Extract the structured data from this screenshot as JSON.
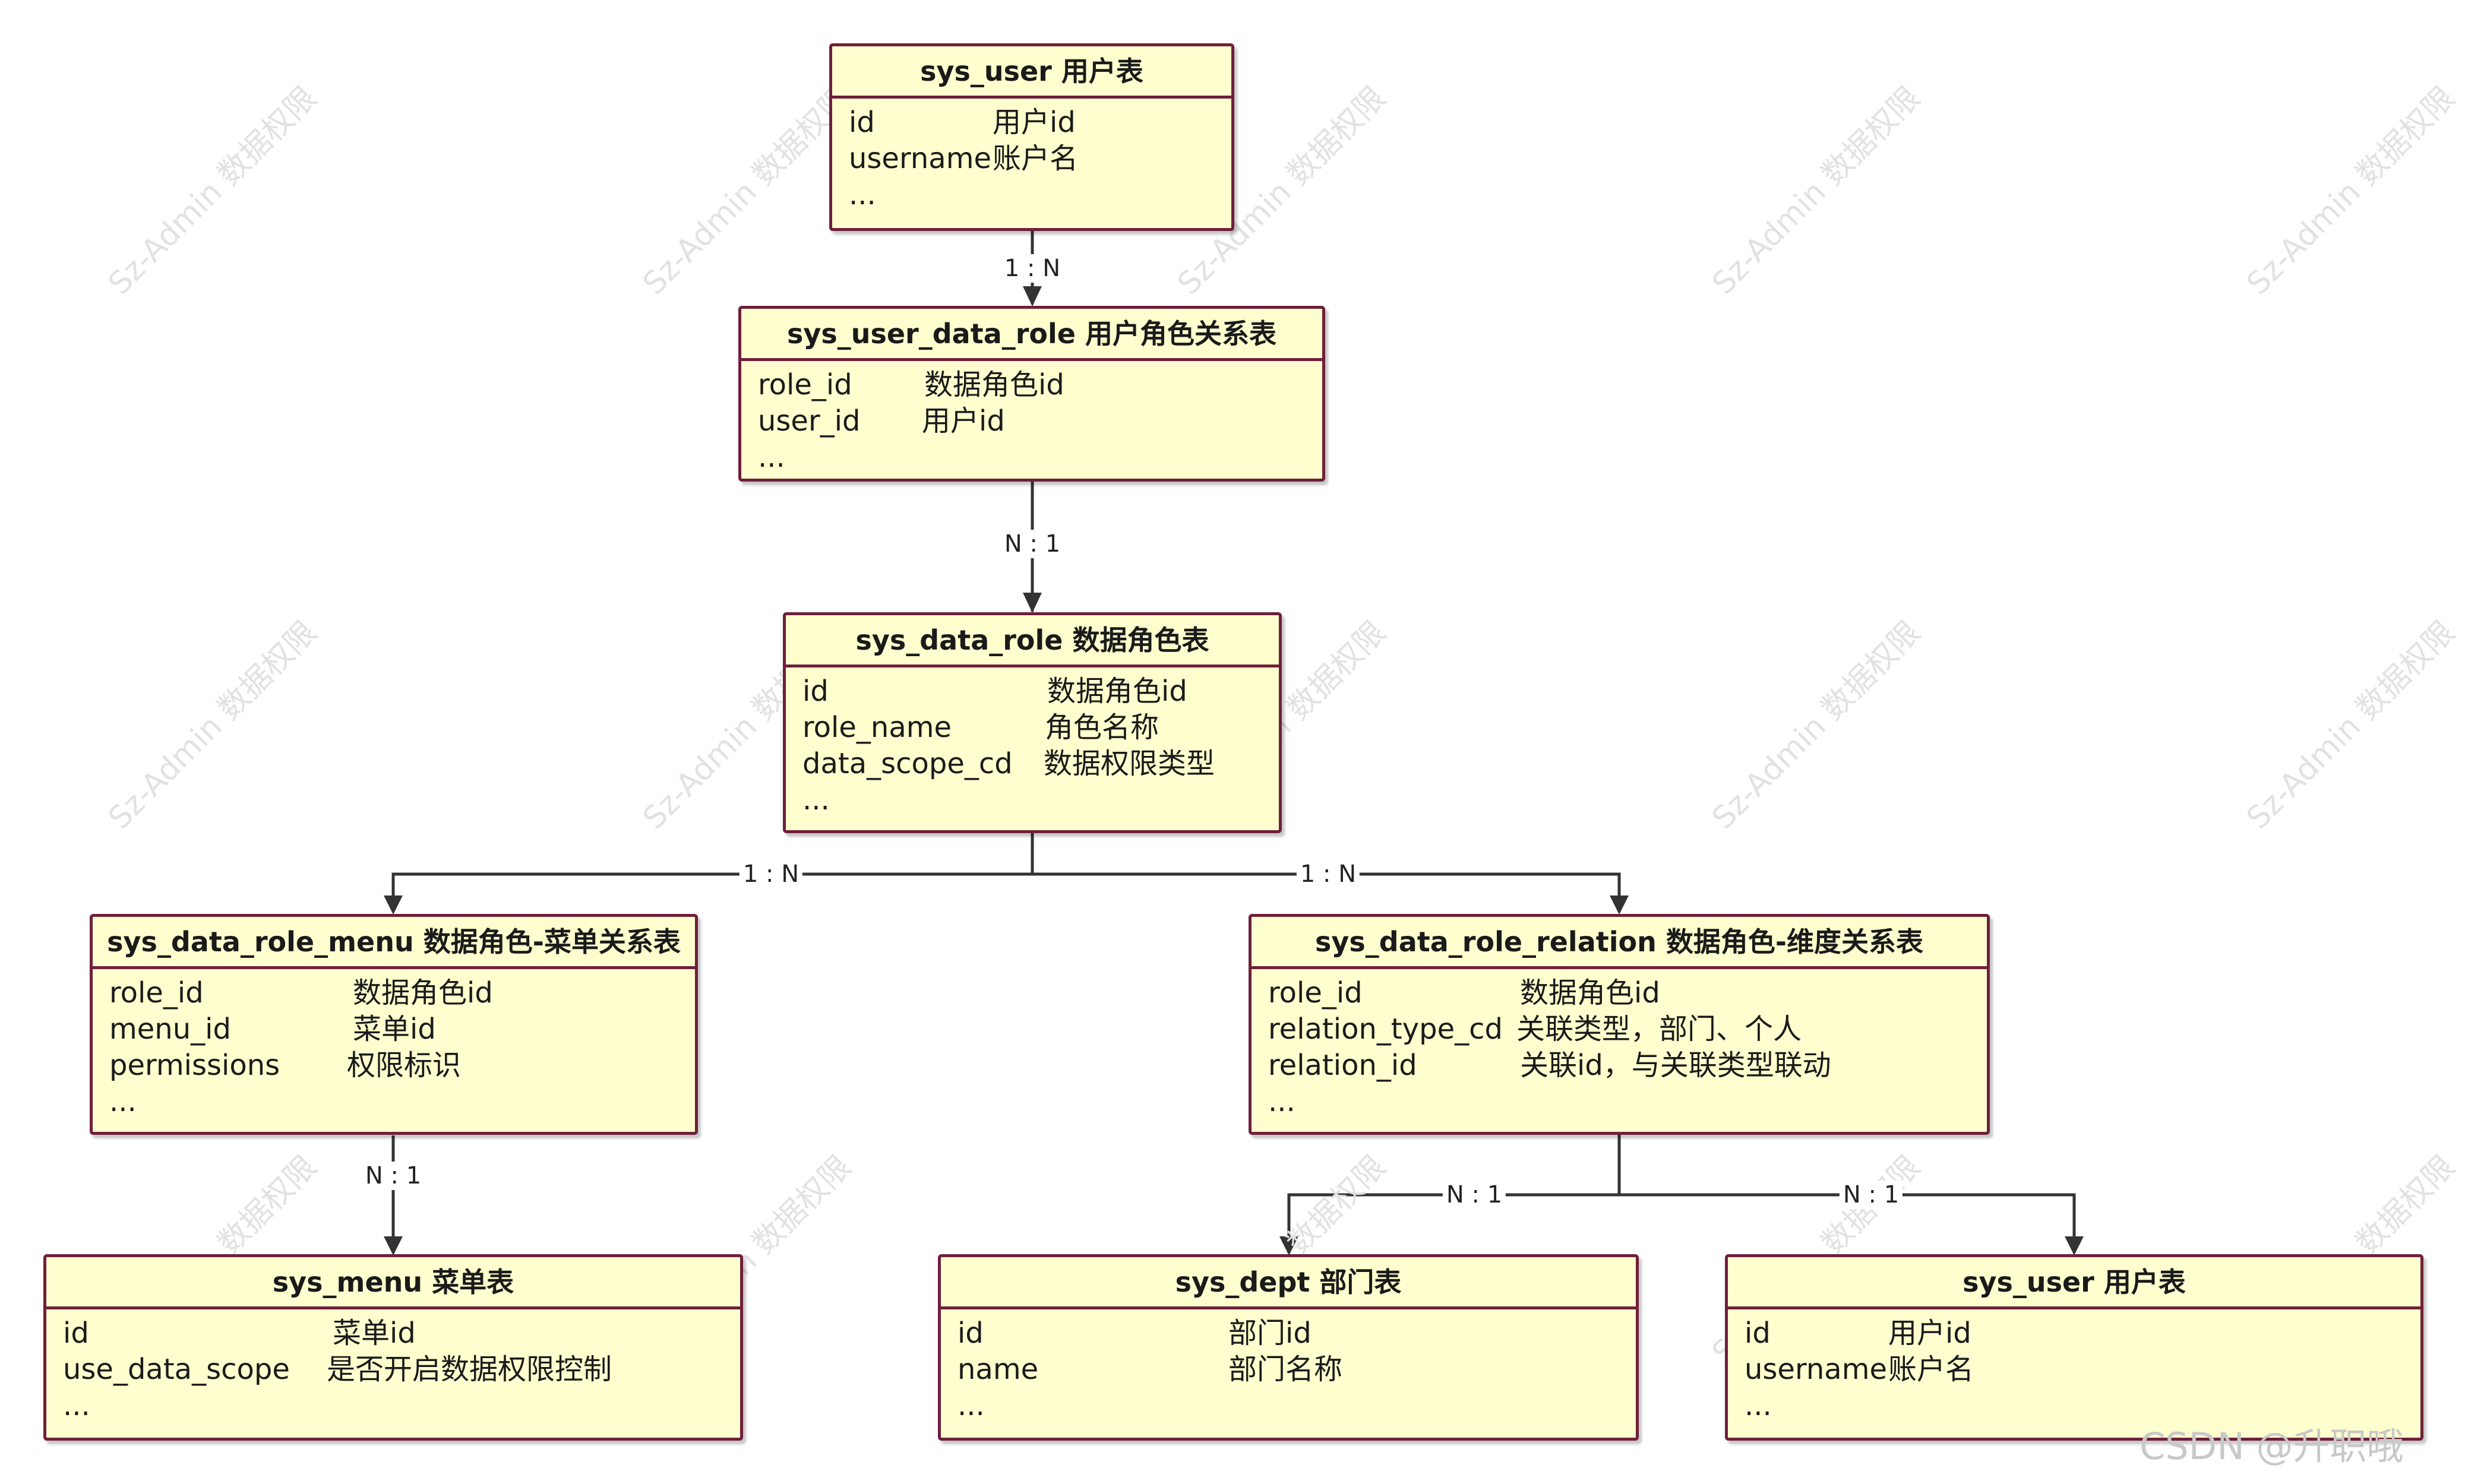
{
  "watermark_text": "Sz-Admin 数据权限",
  "footer_credit": "CSDN @升职哦",
  "colors": {
    "entity_fill": "#fefece",
    "entity_border": "#6f1f3b",
    "connector": "#333333"
  },
  "entities": {
    "sys_user_top": {
      "title": "sys_user 用户表",
      "fields": [
        {
          "name": "id",
          "desc": "用户id"
        },
        {
          "name": "username",
          "desc": "账户名"
        },
        {
          "name": "...",
          "desc": ""
        }
      ]
    },
    "sys_user_data_role": {
      "title": "sys_user_data_role 用户角色关系表",
      "fields": [
        {
          "name": "role_id",
          "desc": "数据角色id"
        },
        {
          "name": "user_id",
          "desc": "用户id"
        },
        {
          "name": "...",
          "desc": ""
        }
      ]
    },
    "sys_data_role": {
      "title": "sys_data_role 数据角色表",
      "fields": [
        {
          "name": "id",
          "desc": "数据角色id"
        },
        {
          "name": "role_name",
          "desc": "角色名称"
        },
        {
          "name": "data_scope_cd",
          "desc": "数据权限类型"
        },
        {
          "name": "...",
          "desc": ""
        }
      ]
    },
    "sys_data_role_menu": {
      "title": "sys_data_role_menu 数据角色-菜单关系表",
      "fields": [
        {
          "name": "role_id",
          "desc": "数据角色id"
        },
        {
          "name": "menu_id",
          "desc": "菜单id"
        },
        {
          "name": "permissions",
          "desc": "权限标识"
        },
        {
          "name": "...",
          "desc": ""
        }
      ]
    },
    "sys_data_role_relation": {
      "title": "sys_data_role_relation 数据角色-维度关系表",
      "fields": [
        {
          "name": "role_id",
          "desc": "数据角色id"
        },
        {
          "name": "relation_type_cd",
          "desc": "关联类型，部门、个人"
        },
        {
          "name": "relation_id",
          "desc": "关联id，与关联类型联动"
        },
        {
          "name": "...",
          "desc": ""
        }
      ]
    },
    "sys_menu": {
      "title": "sys_menu 菜单表",
      "fields": [
        {
          "name": "id",
          "desc": "菜单id"
        },
        {
          "name": "use_data_scope",
          "desc": "是否开启数据权限控制"
        },
        {
          "name": "...",
          "desc": ""
        }
      ]
    },
    "sys_dept": {
      "title": "sys_dept 部门表",
      "fields": [
        {
          "name": "id",
          "desc": "部门id"
        },
        {
          "name": "name",
          "desc": "部门名称"
        },
        {
          "name": "...",
          "desc": ""
        }
      ]
    },
    "sys_user_bottom": {
      "title": "sys_user 用户表",
      "fields": [
        {
          "name": "id",
          "desc": "用户id"
        },
        {
          "name": "username",
          "desc": "账户名"
        },
        {
          "name": "...",
          "desc": ""
        }
      ]
    }
  },
  "relations": {
    "user_to_user_data_role": "1 : N",
    "user_data_role_to_data_role": "N : 1",
    "data_role_to_role_menu": "1 : N",
    "data_role_to_role_relation": "1 : N",
    "role_menu_to_menu": "N : 1",
    "role_relation_to_dept": "N : 1",
    "role_relation_to_user": "N : 1"
  }
}
